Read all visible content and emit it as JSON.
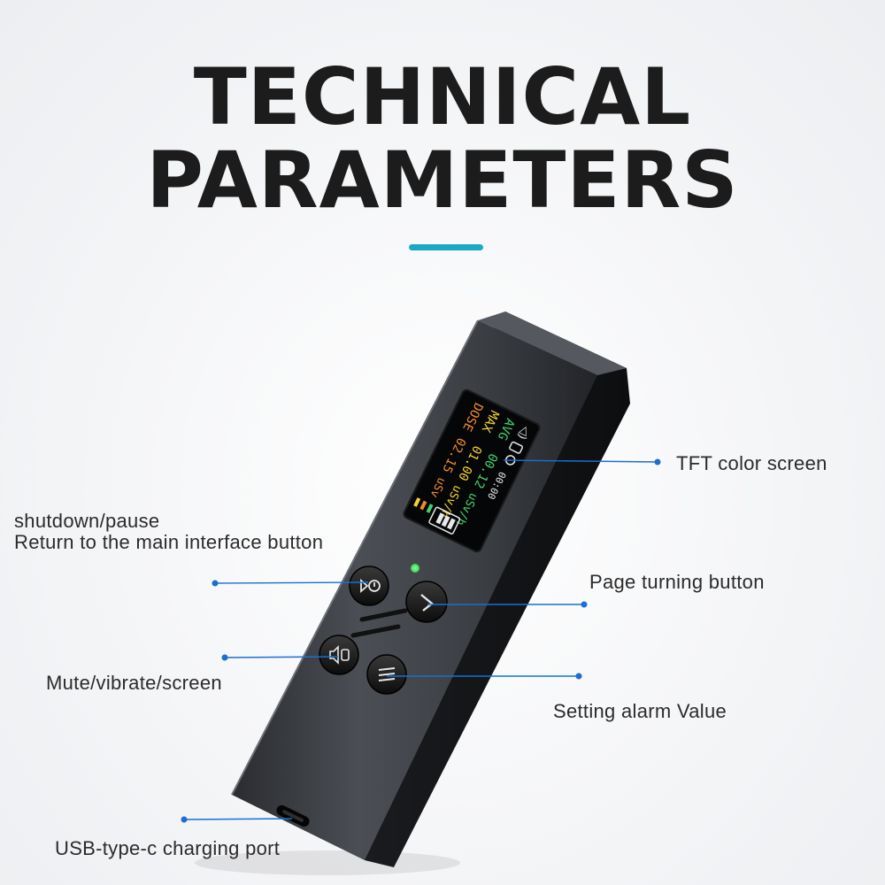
{
  "header": {
    "title_line_1": "TECHNICAL",
    "title_line_2": "PARAMETERS",
    "accent_color": "#1aa9c3"
  },
  "screen": {
    "rows": [
      {
        "label": "AVG",
        "value": "00.12",
        "unit": "uSv/h",
        "color": "#42d36b"
      },
      {
        "label": "MAX",
        "value": "01.00",
        "unit": "uSv/h",
        "color": "#f2d12e"
      },
      {
        "label": "DOSE",
        "value": "02.15",
        "unit": "uSv",
        "color": "#f28a2e"
      }
    ],
    "timer": "00:00",
    "icons": [
      "speaker-icon",
      "vibrate-icon",
      "clock-icon",
      "battery-icon"
    ]
  },
  "buttons": {
    "power": "power-play-icon",
    "page": "chevron-icon",
    "mute": "mute-icon",
    "menu": "menu-icon"
  },
  "callouts": {
    "screen": "TFT color screen",
    "power_line_1": "shutdown/pause",
    "power_line_2": "Return to the main interface button",
    "page": "Page turning button",
    "mute": "Mute/vibrate/screen",
    "menu": "Setting alarm Value",
    "usb": "USB-type-c charging port",
    "line_color": "#1a6fd0"
  },
  "indicator_color": "#39d353"
}
